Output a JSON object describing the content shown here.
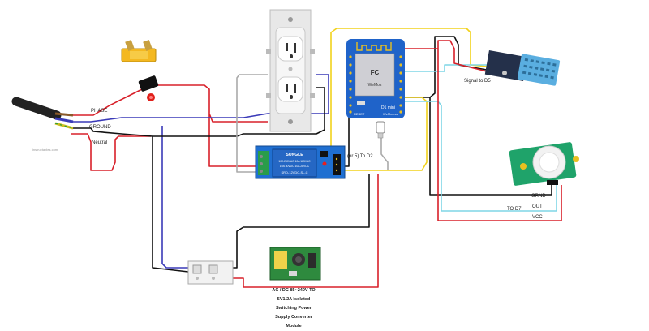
{
  "wire_labels": {
    "phase": "PHASE",
    "ground": "GROUND",
    "neutral": "Neutral",
    "source_credit": "instructables.com",
    "relay_signal": "(or 5) To D2",
    "dht_signal": "Signal to D5",
    "pir_grnd": "GRND",
    "pir_out": "OUT",
    "pir_to_d7": "TO D7",
    "pir_vcc": "VCC"
  },
  "converter_caption": [
    "AC / DC 85~240V TO",
    "5V1.2A Isolated",
    "Switching Power",
    "Supply Converter",
    "Module"
  ],
  "relay_markings": {
    "brand": "SONGLE",
    "line1": "10A 250VAC 10A 125VAC",
    "line2": "10A 30VDC 10A 28VDC",
    "model": "SRD-12VDC-SL-C"
  },
  "board_markings": {
    "module": "WeMos",
    "fcc": "FC",
    "reset": "RESET",
    "d1": "D1 mini",
    "brand": "WeMos.cc"
  },
  "colors": {
    "red": "#d8202a",
    "blue": "#3a3ab8",
    "black": "#111111",
    "yellow": "#f2d21b",
    "cyan": "#7fd6e6",
    "gray": "#aaaaaa",
    "board": "#1f63c9",
    "relay": "#1f6fd1",
    "pir_board": "#1fa36a",
    "dht_board": "#24304a",
    "dht_sensor": "#5aaee0"
  }
}
